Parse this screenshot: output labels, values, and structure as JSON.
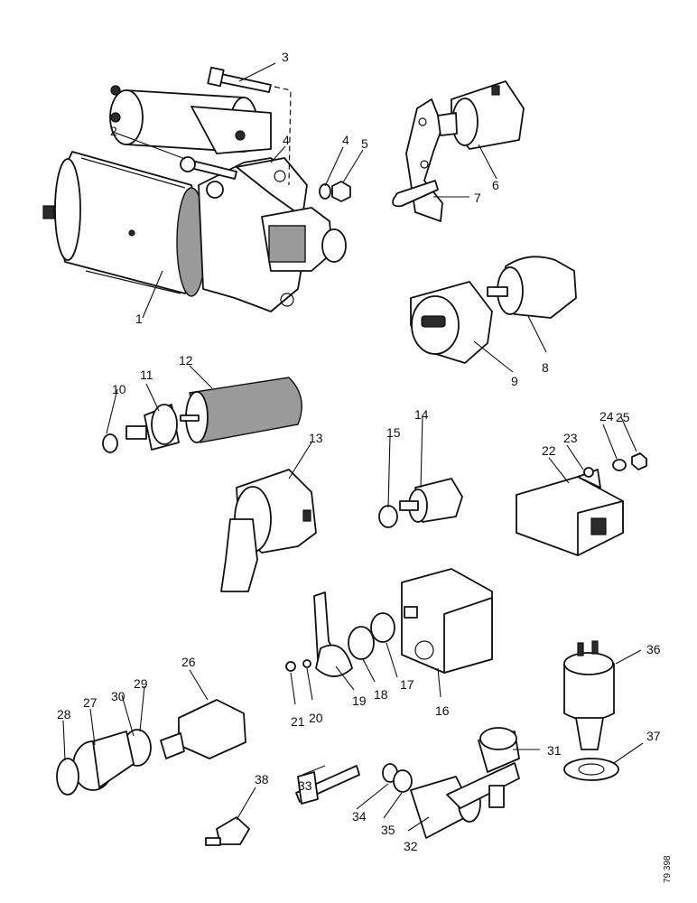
{
  "callouts": [
    "1",
    "2",
    "3",
    "4",
    "4",
    "5",
    "6",
    "7",
    "8",
    "9",
    "10",
    "11",
    "12",
    "13",
    "14",
    "15",
    "16",
    "17",
    "18",
    "19",
    "20",
    "21",
    "22",
    "23",
    "24",
    "25",
    "26",
    "27",
    "28",
    "29",
    "30",
    "31",
    "32",
    "33",
    "34",
    "35",
    "36",
    "37",
    "38"
  ],
  "drawing_ref": "79 398"
}
